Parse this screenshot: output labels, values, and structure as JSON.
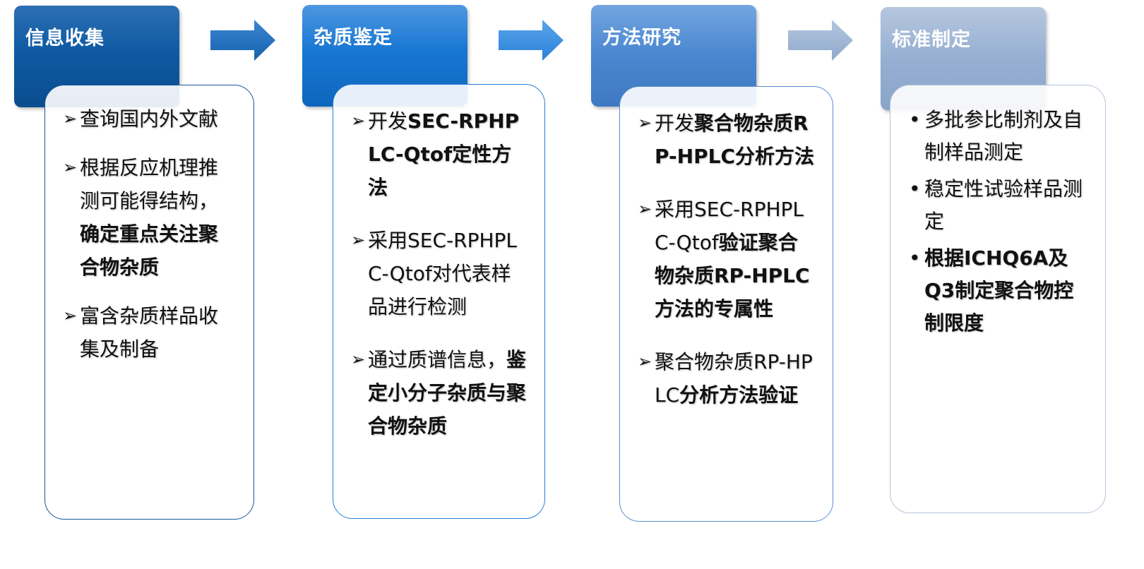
{
  "stages": [
    {
      "title": "信息收集",
      "items": [
        {
          "parts": [
            {
              "text": "查询国内外文献",
              "bold": false
            }
          ]
        },
        {
          "parts": [
            {
              "text": "根据反应机理推测可能得结构，",
              "bold": false
            },
            {
              "text": "确定重点关注聚合物杂质",
              "bold": true
            }
          ]
        },
        {
          "parts": [
            {
              "text": "富含杂质样品收集及制备",
              "bold": false
            }
          ]
        }
      ]
    },
    {
      "title": "杂质鉴定",
      "items": [
        {
          "parts": [
            {
              "text": "开发",
              "bold": false
            },
            {
              "text": "SEC-RPHPLC-Qtof定性方法",
              "bold": true
            }
          ]
        },
        {
          "parts": [
            {
              "text": "采用SEC-RPHPLC-Qtof对代表样品进行检测",
              "bold": false
            }
          ]
        },
        {
          "parts": [
            {
              "text": "通过质谱信息，",
              "bold": false
            },
            {
              "text": "鉴定小分子杂质与聚合物杂质",
              "bold": true
            }
          ]
        }
      ]
    },
    {
      "title": "方法研究",
      "items": [
        {
          "parts": [
            {
              "text": "开发",
              "bold": false
            },
            {
              "text": "聚合物杂质RP-HPLC分析方法",
              "bold": true
            }
          ]
        },
        {
          "parts": [
            {
              "text": "采用SEC-RPHPLC-Qtof",
              "bold": false
            },
            {
              "text": "验证聚合物杂质RP-HPLC方法的专属性",
              "bold": true
            }
          ]
        },
        {
          "parts": [
            {
              "text": "聚合物杂质RP-HPLC",
              "bold": false
            },
            {
              "text": "分析方法验证",
              "bold": true
            }
          ]
        }
      ]
    },
    {
      "title": "标准制定",
      "items": [
        {
          "parts": [
            {
              "text": "多批参比制剂及自制样品测定",
              "bold": false
            }
          ]
        },
        {
          "parts": [
            {
              "text": "稳定性试验样品测定",
              "bold": false
            }
          ]
        },
        {
          "parts": [
            {
              "text": "根据ICHQ6A及Q3制定聚合物控制限度",
              "bold": true
            }
          ]
        }
      ]
    }
  ],
  "bullets": {
    "arrow": "➢",
    "dot": "•"
  },
  "colors": {
    "stage1": "#0f5aa3",
    "stage2": "#1877d3",
    "stage3": "#4a86cf",
    "stage4": "#97afd2",
    "arrow1": "#1a6fc2",
    "arrow2": "#2f8ae0",
    "arrow3": "#9db3d2"
  }
}
